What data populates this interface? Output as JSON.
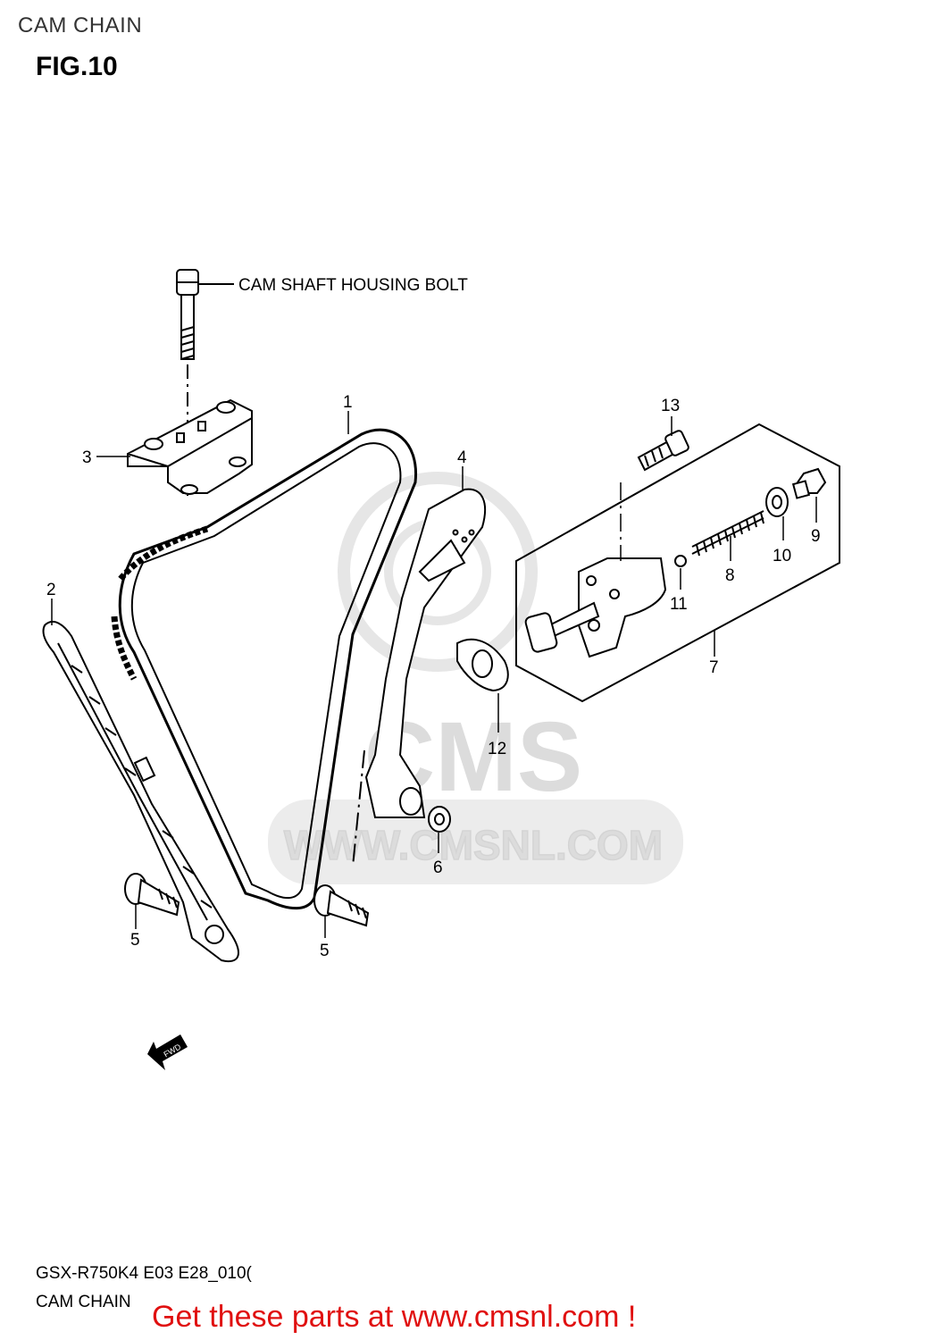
{
  "header": {
    "title": "CAM CHAIN",
    "figure": "FIG.10"
  },
  "diagram": {
    "bolt_label": "CAM SHAFT HOUSING BOLT",
    "callouts": {
      "chain": "1",
      "guide_left": "2",
      "housing": "3",
      "guide_right": "4",
      "bolt_left": "5",
      "bolt_right": "5",
      "washer": "6",
      "tensioner": "7",
      "spring": "8",
      "plug_bolt": "9",
      "gasket_washer": "10",
      "ball": "11",
      "gasket": "12",
      "tensioner_bolt": "13"
    },
    "fwd_label": "FWD",
    "watermark": {
      "brand": "CMS",
      "url": "WWW.CMSNL.COM"
    }
  },
  "footer": {
    "code": "GSX-R750K4 E03 E28_010(",
    "name": "CAM CHAIN",
    "cta": "Get these parts at www.cmsnl.com !"
  },
  "colors": {
    "cta": "#e01010",
    "watermark": "#dcdcdc",
    "line": "#000000"
  }
}
